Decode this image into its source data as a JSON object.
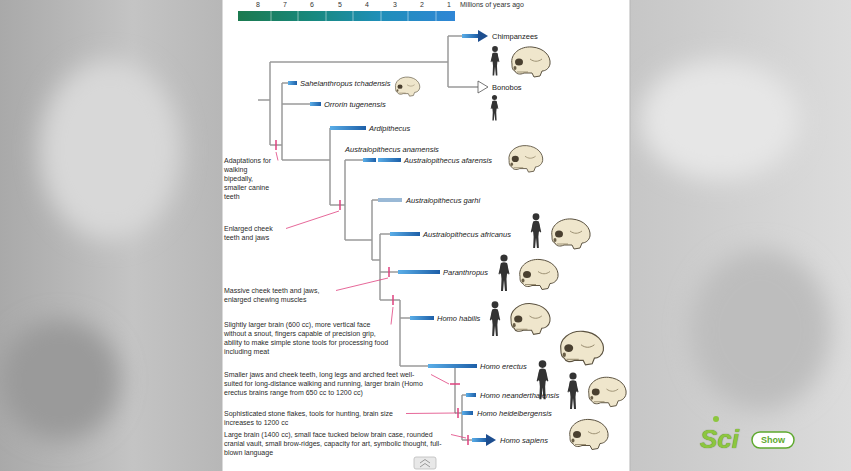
{
  "diagram": {
    "labels": [
      "8",
      "7",
      "6",
      "5",
      "4",
      "3",
      "2",
      "1",
      "Millions of years ago",
      "Chimpanzees",
      "Bonobos",
      "Sahelanthropus tchadensis",
      "Orrorin tugenensis",
      "Ardipithecus",
      "Australopithecus anamensis",
      "Australopithecus afarensis",
      "Australopithecus garhi",
      "Australopithecus africanus",
      "Paranthropus",
      "Homo habilis",
      "Homo erectus",
      "Homo neanderthalensis",
      "Homo heidelbergensis",
      "Homo sapiens",
      "Adaptations for walking bipedally, smaller canine teeth",
      "Enlarged cheek teeth and jaws",
      "Massive cheek teeth and jaws, enlarged chewing muscles",
      "Slightly larger brain (600 cc), more vertical face without a snout, fingers capable of precision grip, ability to make simple stone tools for processing food including meat",
      "Smaller jaws and cheek teeth, long legs and arched feet well-suited for long-distance walking and running, larger brain (Homo erectus brains range from 650 cc to 1200 cc)",
      "Sophisticated stone flakes, tools for hunting, brain size increases to 1200 cc",
      "Large brain (1400 cc), small face tucked below brain case, rounded cranial vault, small brow-ridges, capacity for art, symbolic thought, full-blown language",
      "Sci",
      "Show"
    ]
  }
}
